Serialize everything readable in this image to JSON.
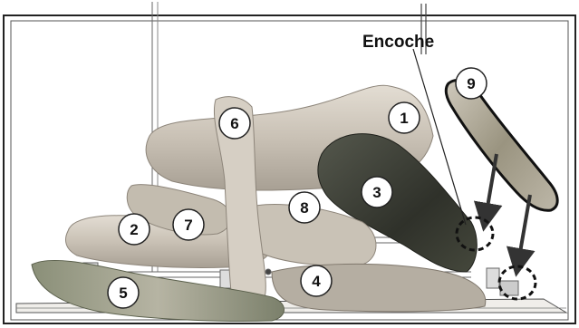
{
  "diagram": {
    "notch_label": "Encoche",
    "callouts": [
      {
        "id": "log-1",
        "label": "1"
      },
      {
        "id": "log-2",
        "label": "2"
      },
      {
        "id": "log-3",
        "label": "3"
      },
      {
        "id": "log-4",
        "label": "4"
      },
      {
        "id": "log-5",
        "label": "5"
      },
      {
        "id": "log-6",
        "label": "6"
      },
      {
        "id": "log-7",
        "label": "7"
      },
      {
        "id": "log-8",
        "label": "8"
      },
      {
        "id": "log-9",
        "label": "9"
      }
    ],
    "colors": {
      "frame": "#222222",
      "log_light": "#cfc8be",
      "log_mid": "#a9a196",
      "log_dark": "#3d3f37",
      "log_moss": "#6f7560",
      "circle_fill": "#ffffff",
      "ink": "#111111"
    }
  }
}
